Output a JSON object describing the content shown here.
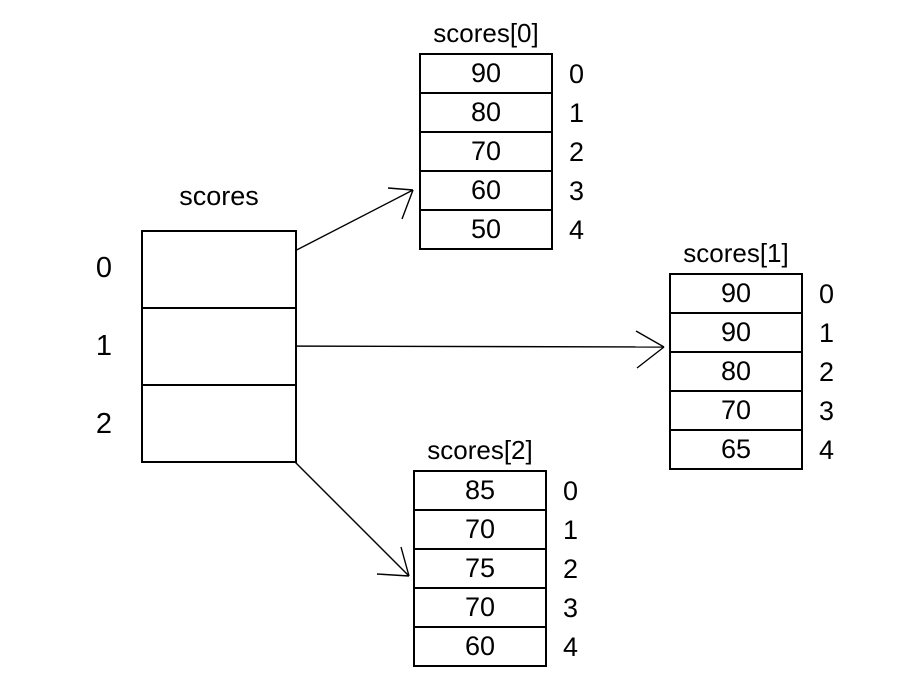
{
  "colors": {
    "background": "#ffffff",
    "line": "#000000",
    "text": "#000000"
  },
  "main_array": {
    "title": "scores",
    "indices": [
      "0",
      "1",
      "2"
    ]
  },
  "sub_arrays": [
    {
      "title": "scores[0]",
      "values": [
        "90",
        "80",
        "70",
        "60",
        "50"
      ],
      "indices": [
        "0",
        "1",
        "2",
        "3",
        "4"
      ]
    },
    {
      "title": "scores[1]",
      "values": [
        "90",
        "90",
        "80",
        "70",
        "65"
      ],
      "indices": [
        "0",
        "1",
        "2",
        "3",
        "4"
      ]
    },
    {
      "title": "scores[2]",
      "values": [
        "85",
        "70",
        "75",
        "70",
        "60"
      ],
      "indices": [
        "0",
        "1",
        "2",
        "3",
        "4"
      ]
    }
  ],
  "arrows": [
    {
      "from": "scores index 0",
      "to": "scores[0]"
    },
    {
      "from": "scores index 1",
      "to": "scores[1]"
    },
    {
      "from": "scores index 2",
      "to": "scores[2]"
    }
  ]
}
